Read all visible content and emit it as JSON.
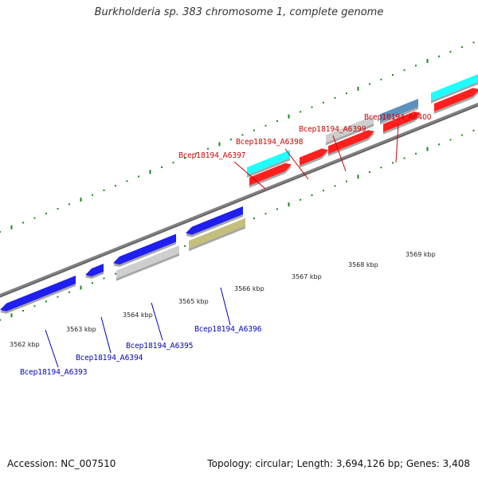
{
  "title": "Burkholderia sp. 383 chromosome 1, complete genome",
  "accession": "Accession: NC_007510",
  "summary": "Topology: circular; Length: 3,694,126 bp; Genes: 3,408",
  "colors": {
    "backbone": "#808080",
    "tick": "#1a8a1a",
    "forward_label": "#cc0000",
    "reverse_label": "#0000bb",
    "red": "#ff0000",
    "cyan": "#00ffff",
    "steelblue": "#4682b4",
    "lightgray": "#c8c8c8",
    "blue": "#0000ee",
    "khaki": "#bdb76b"
  },
  "kbp_ticks": [
    "3562 kbp",
    "3563 kbp",
    "3564 kbp",
    "3565 kbp",
    "3566 kbp",
    "3567 kbp",
    "3568 kbp",
    "3569 kbp"
  ],
  "genes_forward": [
    {
      "label": "Bcep18194_A6397"
    },
    {
      "label": "Bcep18194_A6398"
    },
    {
      "label": "Bcep18194_A6399"
    },
    {
      "label": "Bcep18194_A6400"
    }
  ],
  "genes_reverse": [
    {
      "label": "Bcep18194_A6393"
    },
    {
      "label": "Bcep18194_A6394"
    },
    {
      "label": "Bcep18194_A6395"
    },
    {
      "label": "Bcep18194_A6396"
    }
  ]
}
